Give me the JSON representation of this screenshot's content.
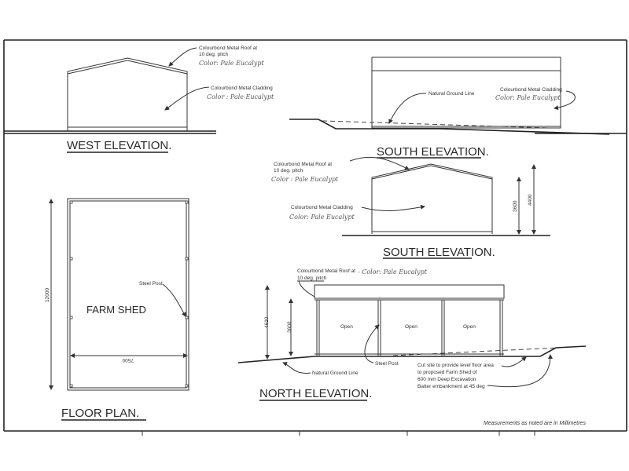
{
  "west_elevation": {
    "title": "WEST ELEVATION.",
    "roof_label_1": "Colourbond Metal Roof at",
    "roof_label_2": "10 deg. pitch",
    "roof_color": "Color: Pale Eucalypt",
    "cladding_label": "Colourbond Metal Cladding",
    "cladding_color": "Color : Pale Eucalypt"
  },
  "south_elevation_top": {
    "title": "SOUTH  ELEVATION.",
    "ground_label": "Natural Ground Line",
    "cladding_label": "Colourbond Metal Cladding",
    "cladding_color": "Color: Pale Eucalypt"
  },
  "south_elevation": {
    "title": "SOUTH  ELEVATION.",
    "roof_label_1": "Colourbond Metal Roof at",
    "roof_label_2": "10 deg. pitch",
    "roof_color": "Color : Pale Eucalypt",
    "cladding_label": "Colourbond Metal Cladding",
    "cladding_color": "Color: Pale Eucalypt",
    "dim_wall": "3600",
    "dim_total": "4400"
  },
  "floor_plan": {
    "title": "FLOOR  PLAN.",
    "room_label": "FARM  SHED",
    "post_label": "Steel Post",
    "dim_length": "12000",
    "dim_width": "7500"
  },
  "north_elevation": {
    "title": "NORTH  ELEVATION.",
    "roof_label_1": "Colourbond Metal Roof at",
    "roof_label_2": "10 deg. pitch",
    "roof_color": "- Color: Pale Eucalypt",
    "bays": [
      "Open",
      "Open",
      "Open"
    ],
    "post_label": "Steel Post",
    "ground_label": "Natural Ground Line",
    "cut_note": [
      "Cut site to provide level floor area",
      "to proposed Farm Shed of",
      "600 mm Deep Excavation",
      "Batter embankment at 45 deg"
    ],
    "dim_total": "4610",
    "dim_wall": "3600"
  },
  "footer_note": "Measurements as noted are in Millimetres"
}
